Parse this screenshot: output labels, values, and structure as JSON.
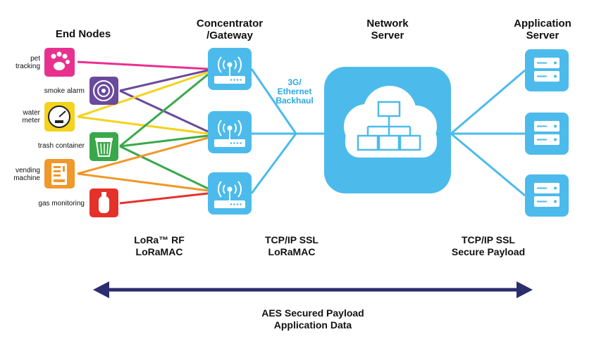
{
  "headers": {
    "end_nodes": "End Nodes",
    "gateway_line1": "Concentrator",
    "gateway_line2": "/Gateway",
    "network_line1": "Network",
    "network_line2": "Server",
    "app_line1": "Application",
    "app_line2": "Server"
  },
  "end_nodes": [
    {
      "line1": "pet",
      "line2": "tracking",
      "icon": "paw-icon",
      "color": "#e8318f"
    },
    {
      "line1": "smoke alarm",
      "line2": "",
      "icon": "smoke-alarm-icon",
      "color": "#6a4a9c"
    },
    {
      "line1": "water",
      "line2": "meter",
      "icon": "meter-icon",
      "color": "#f5d21c"
    },
    {
      "line1": "trash container",
      "line2": "",
      "icon": "trash-icon",
      "color": "#3aa84a"
    },
    {
      "line1": "vending",
      "line2": "machine",
      "icon": "vending-icon",
      "color": "#f0982a"
    },
    {
      "line1": "gas monitoring",
      "line2": "",
      "icon": "gas-icon",
      "color": "#e4322b"
    }
  ],
  "backhaul": {
    "line1": "3G/",
    "line2": "Ethernet",
    "line3": "Backhaul"
  },
  "bottom_labels": {
    "lora_line1": "LoRa™ RF",
    "lora_line2": "LoRaMAC",
    "tcp1_line1": "TCP/IP SSL",
    "tcp1_line2": "LoRaMAC",
    "tcp2_line1": "TCP/IP SSL",
    "tcp2_line2": "Secure Payload"
  },
  "aes": {
    "line1": "AES Secured Payload",
    "line2": "Application Data"
  },
  "colors": {
    "accent_blue": "#4cbbec",
    "dark_blue": "#29a9e1",
    "arrow": "#2b2d6e"
  }
}
